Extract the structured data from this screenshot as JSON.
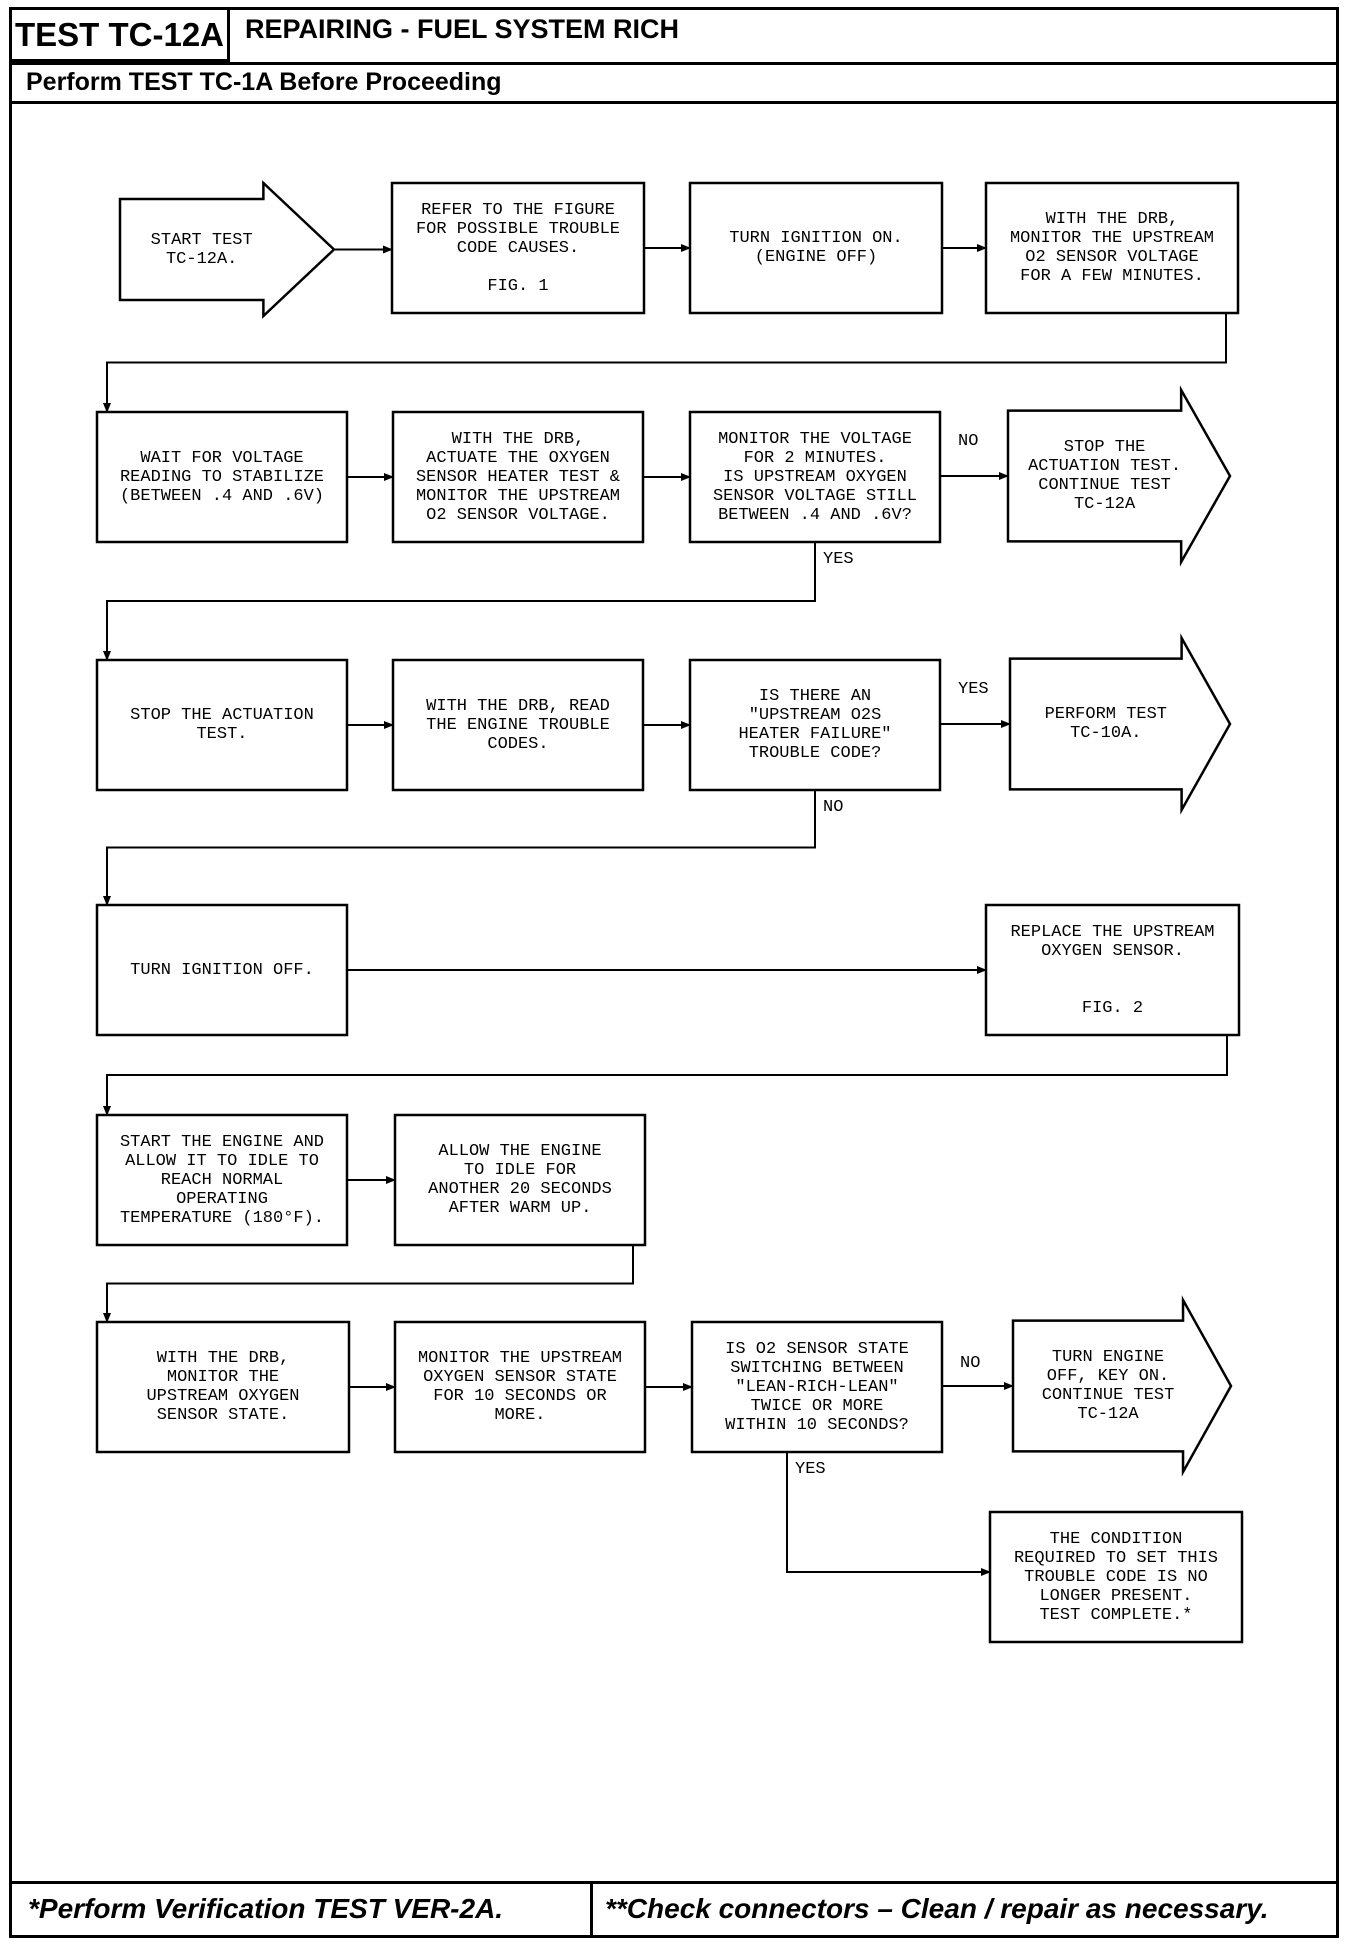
{
  "header": {
    "test_id": "TEST TC-12A",
    "title": "REPAIRING - FUEL SYSTEM RICH",
    "subtitle": "Perform TEST TC-1A Before Proceeding"
  },
  "footer": {
    "left": "*Perform Verification TEST VER-2A.",
    "right": "**Check connectors – Clean / repair as necessary."
  },
  "nodes": [
    {
      "id": "start",
      "text": "START TEST\nTC-12A."
    },
    {
      "id": "refer",
      "text": "REFER TO THE FIGURE\nFOR POSSIBLE TROUBLE\nCODE CAUSES.\n\nFIG. 1"
    },
    {
      "id": "ign_on",
      "text": "TURN IGNITION ON.\n(ENGINE OFF)"
    },
    {
      "id": "monitor_o2",
      "text": "WITH THE DRB,\nMONITOR THE UPSTREAM\nO2 SENSOR VOLTAGE\nFOR A FEW MINUTES."
    },
    {
      "id": "wait",
      "text": "WAIT FOR VOLTAGE\nREADING TO STABILIZE\n(BETWEEN .4 AND .6V)"
    },
    {
      "id": "actuate",
      "text": "WITH THE DRB,\nACTUATE THE OXYGEN\nSENSOR HEATER TEST &\nMONITOR THE UPSTREAM\nO2 SENSOR VOLTAGE."
    },
    {
      "id": "monitor_v",
      "text": "MONITOR THE VOLTAGE\nFOR 2 MINUTES.\nIS UPSTREAM OXYGEN\nSENSOR VOLTAGE STILL\nBETWEEN .4 AND .6V?"
    },
    {
      "id": "stop_cont",
      "text": "STOP THE\nACTUATION TEST.\nCONTINUE TEST\nTC-12A"
    },
    {
      "id": "stop_act",
      "text": "STOP THE ACTUATION\nTEST."
    },
    {
      "id": "read_codes",
      "text": "WITH THE DRB, READ\nTHE ENGINE TROUBLE\nCODES."
    },
    {
      "id": "heater_q",
      "text": "IS THERE AN\n\"UPSTREAM O2S\nHEATER FAILURE\"\nTROUBLE CODE?"
    },
    {
      "id": "tc10a",
      "text": "PERFORM TEST\nTC-10A."
    },
    {
      "id": "ign_off",
      "text": "TURN IGNITION OFF."
    },
    {
      "id": "replace",
      "text": "REPLACE THE UPSTREAM\nOXYGEN SENSOR.\n\n\nFIG. 2"
    },
    {
      "id": "start_eng",
      "text": "START THE ENGINE AND\nALLOW IT TO IDLE TO\nREACH NORMAL\nOPERATING\nTEMPERATURE (180°F)."
    },
    {
      "id": "idle",
      "text": "ALLOW THE ENGINE\nTO IDLE FOR\nANOTHER 20 SECONDS\nAFTER WARM UP."
    },
    {
      "id": "monitor_state",
      "text": "WITH THE DRB,\nMONITOR THE\nUPSTREAM OXYGEN\nSENSOR STATE."
    },
    {
      "id": "monitor_10s",
      "text": "MONITOR THE UPSTREAM\nOXYGEN SENSOR STATE\nFOR 10 SECONDS OR\nMORE."
    },
    {
      "id": "switch_q",
      "text": "IS O2 SENSOR STATE\nSWITCHING BETWEEN\n\"LEAN-RICH-LEAN\"\nTWICE OR MORE\nWITHIN 10 SECONDS?"
    },
    {
      "id": "turn_off",
      "text": "TURN ENGINE\nOFF, KEY ON.\nCONTINUE TEST\nTC-12A"
    },
    {
      "id": "complete",
      "text": "THE CONDITION\nREQUIRED TO SET THIS\nTROUBLE CODE IS NO\nLONGER PRESENT.\nTEST COMPLETE.*"
    }
  ],
  "edge_labels": {
    "voltage_no": "NO",
    "voltage_yes": "YES",
    "heater_yes": "YES",
    "heater_no": "NO",
    "switch_no": "NO",
    "switch_yes": "YES"
  }
}
